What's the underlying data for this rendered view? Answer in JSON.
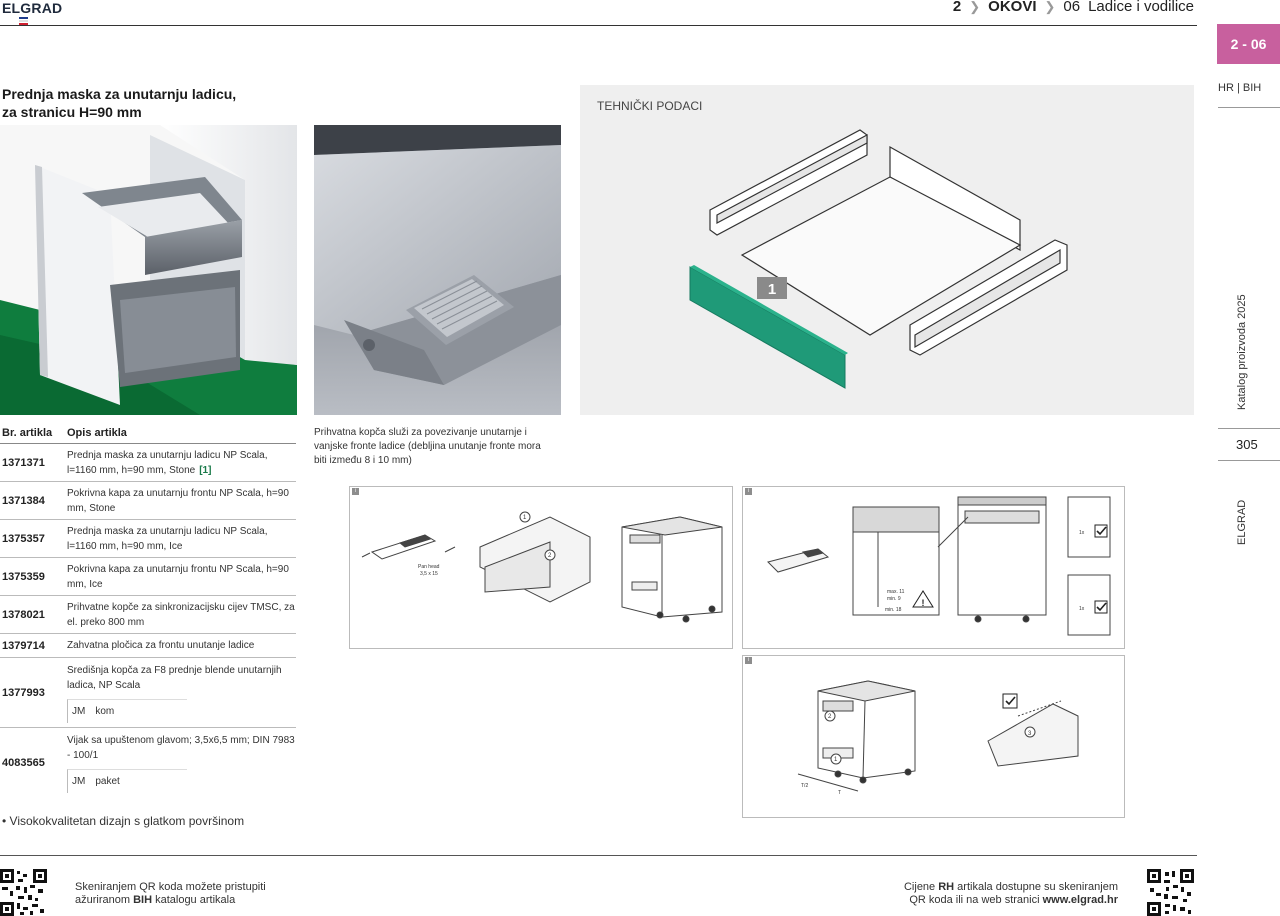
{
  "header": {
    "brand": "ELGRAD",
    "chapter_num": "2",
    "chapter_name": "OKOVI",
    "section_num": "06",
    "section_name": "Ladice i vodilice"
  },
  "sidebar": {
    "tab_label": "2 - 06",
    "lang": "HR | BIH",
    "catalog_label": "Katalog proizvoda 2025",
    "page_number": "305",
    "brand_vertical": "ELGRAD"
  },
  "product": {
    "title_line1": "Prednja maska za unutarnju ladicu,",
    "title_line2": "za stranicu H=90 mm",
    "tech_label": "TEHNIČKI PODACI",
    "callout": "1",
    "caption": "Prihvatna kopča služi za povezivanje unutarnje i vanjske fronte ladice (debljina unutanje fronte mora biti između 8 i 10 mm)"
  },
  "table": {
    "col_article": "Br. artikla",
    "col_desc": "Opis artikla",
    "rows": [
      {
        "id": "1371371",
        "desc": "Prednja maska za unutarnju ladicu NP Scala, l=1160 mm, h=90 mm, Stone",
        "badge": "[1]"
      },
      {
        "id": "1371384",
        "desc": "Pokrivna kapa za unutarnju frontu NP Scala, h=90 mm, Stone"
      },
      {
        "id": "1375357",
        "desc": "Prednja maska za unutarnju ladicu NP Scala, l=1160 mm, h=90 mm, Ice"
      },
      {
        "id": "1375359",
        "desc": "Pokrivna kapa za unutarnju frontu NP Scala, h=90 mm, Ice"
      },
      {
        "id": "1378021",
        "desc": "Prihvatne kopče za sinkronizacijsku cijev TMSC, za el. preko 800 mm"
      },
      {
        "id": "1379714",
        "desc": "Zahvatna pločica za frontu unutanje ladice"
      },
      {
        "id": "1377993",
        "desc": "Središnja kopča za F8 prednje blende unutarnjih ladica, NP Scala",
        "unit_a": "JM",
        "unit_b": "kom"
      },
      {
        "id": "4083565",
        "desc": "Vijak sa upuštenom glavom; 3,5x6,5 mm; DIN 7983 - 100/1",
        "unit_a": "JM",
        "unit_b": "paket"
      }
    ]
  },
  "feature_bullet": "Visokokvalitetan dizajn s glatkom površinom",
  "diagram_labels": {
    "tag": "i",
    "screw": "Pan head",
    "screw_size": "3,5 x 15",
    "max": "max. 11",
    "min9": "min. 9",
    "min18": "min. 18",
    "qty": "1x",
    "t_half": "T/2",
    "t": "T",
    "n1": "1",
    "n2": "2",
    "n3": "3"
  },
  "footer": {
    "left_line1": "Skeniranjem QR koda možete pristupiti",
    "left_line2_pre": "ažuriranom ",
    "left_line2_bold": "BIH",
    "left_line2_post": " katalogu artikala",
    "right_line1_pre": "Cijene ",
    "right_line1_bold": "RH",
    "right_line1_post": " artikala dostupne su skeniranjem",
    "right_line2_pre": "QR koda ili na web stranici ",
    "right_line2_bold": "www.elgrad.hr"
  },
  "colors": {
    "accent_pink": "#c8609e",
    "front_green": "#1f9a78",
    "badge_green": "#1a7a4a"
  }
}
